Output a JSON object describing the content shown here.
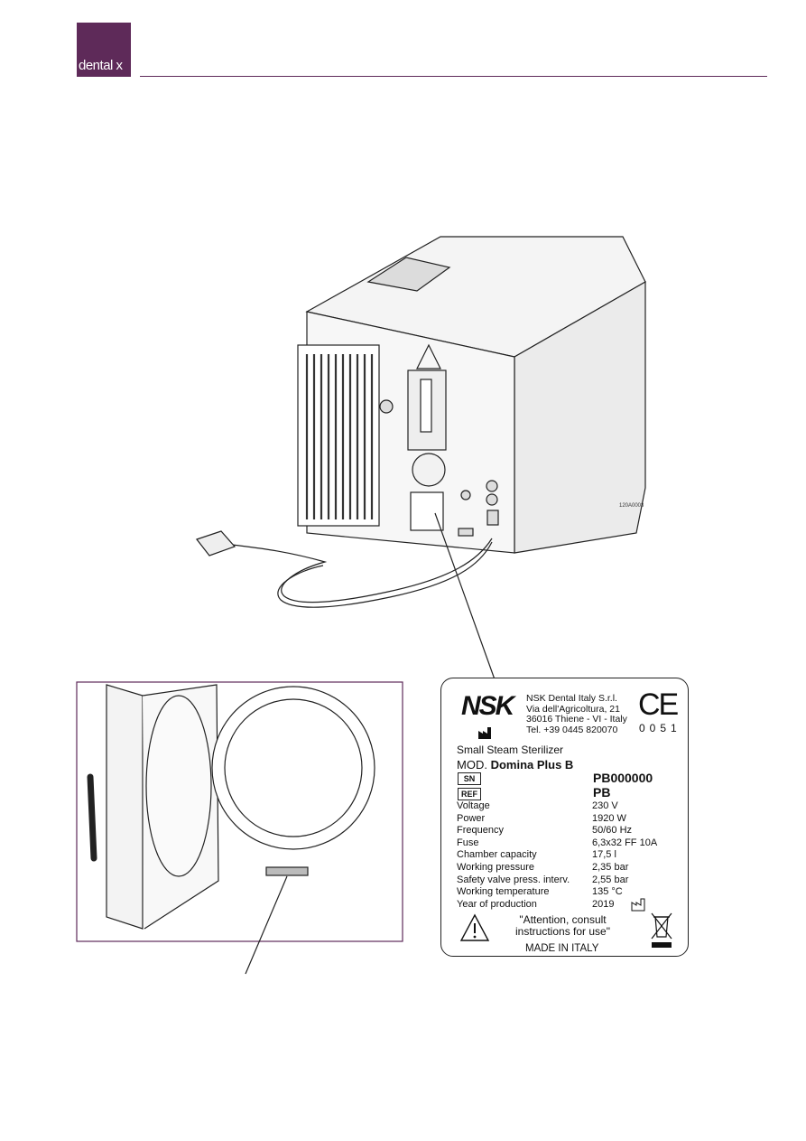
{
  "header": {
    "brand": "dental x",
    "brand_color": "#5e2a59"
  },
  "figure": {
    "code": "120A0003"
  },
  "label": {
    "maker_logo": "NSK",
    "maker_name": "NSK Dental Italy S.r.l.",
    "maker_street": "Via dell'Agricoltura, 21",
    "maker_city": "36016 Thiene - VI - Italy",
    "maker_tel": "Tel. +39 0445 820070",
    "ce_mark": "CE",
    "notified_body": "0051",
    "product": "Small Steam Sterilizer",
    "model_prefix": "MOD.",
    "model_name": "Domina Plus B",
    "sn_tag": "SN",
    "sn_value": "PB000000",
    "ref_tag": "REF",
    "ref_value": "PB",
    "specs": [
      {
        "name": "Voltage",
        "value": "230 V"
      },
      {
        "name": "Power",
        "value": "1920 W"
      },
      {
        "name": "Frequency",
        "value": "50/60 Hz"
      },
      {
        "name": "Fuse",
        "value": "6,3x32 FF 10A"
      },
      {
        "name": "Chamber capacity",
        "value": "17,5 l"
      },
      {
        "name": "Working pressure",
        "value": "2,35 bar"
      },
      {
        "name": "Safety valve press. interv.",
        "value": "2,55 bar"
      },
      {
        "name": "Working temperature",
        "value": "135 °C"
      },
      {
        "name": "Year of production",
        "value": "2019"
      }
    ],
    "attention_line1": "\"Attention, consult",
    "attention_line2": "instructions for use\"",
    "made_in": "MADE IN ITALY",
    "icons": [
      "manufacturer-factory-icon",
      "year-of-production-icon",
      "warning-triangle-icon",
      "weee-bin-icon"
    ]
  }
}
